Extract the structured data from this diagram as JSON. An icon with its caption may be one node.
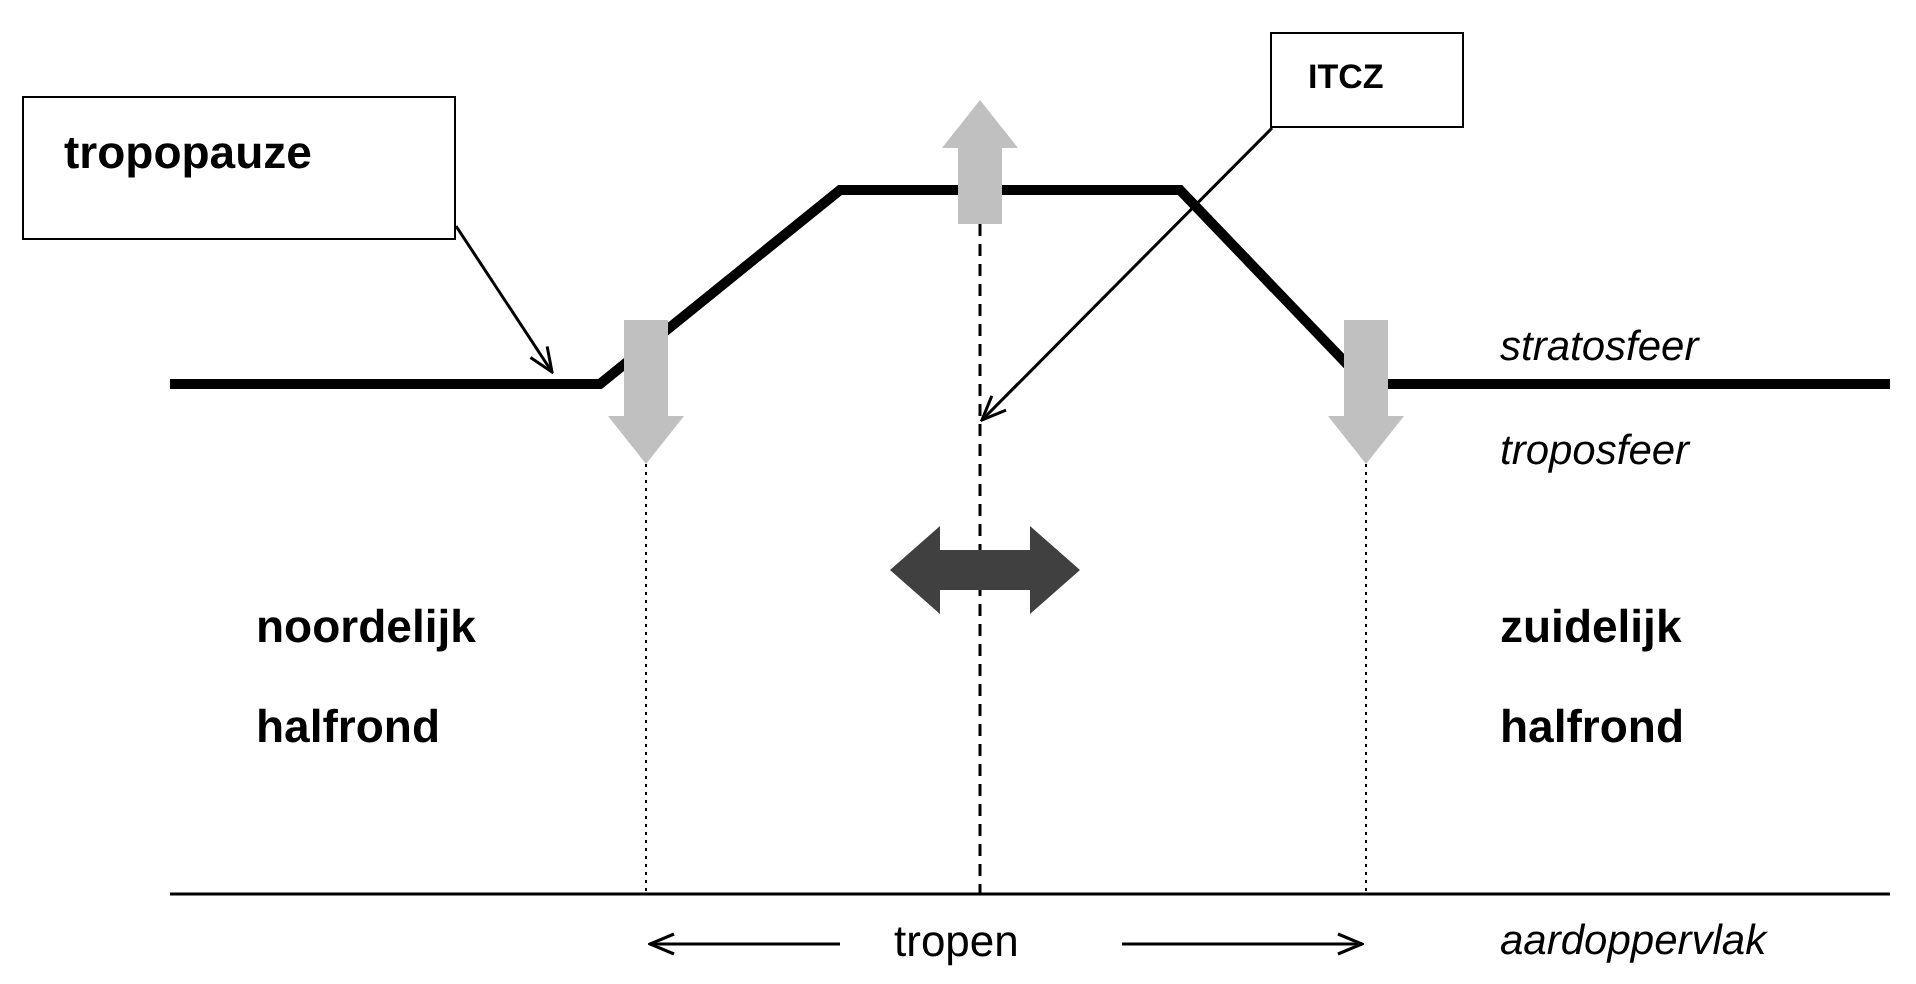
{
  "diagram": {
    "nodes": [
      {
        "text": [
          "tropopauze"
        ]
      },
      {
        "text": [],
        "shape": "line"
      },
      {
        "text": [
          "ITCZ"
        ]
      },
      {
        "text": [],
        "shape": "line"
      }
    ],
    "edges": [
      {
        "from": 0,
        "to": 1,
        "arrow": "to"
      },
      {
        "from": 2,
        "to": 3,
        "arrow": "to"
      }
    ],
    "labels": [
      "stratosfeer",
      "troposfeer",
      "noordelijk halfrond",
      "zuidelijk halfrond",
      "tropen",
      "aardoppervlak"
    ]
  }
}
